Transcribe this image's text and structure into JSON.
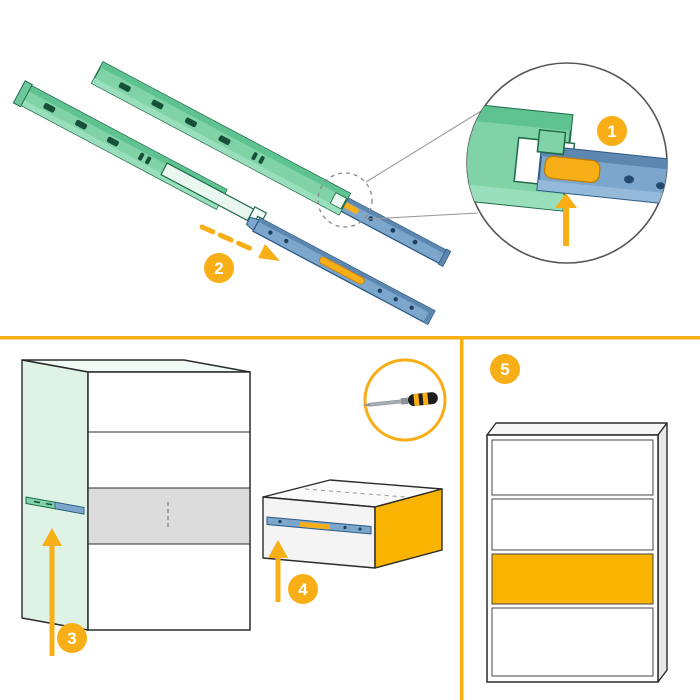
{
  "steps": [
    {
      "label": "1"
    },
    {
      "label": "2"
    },
    {
      "label": "3"
    },
    {
      "label": "4"
    },
    {
      "label": "5"
    }
  ],
  "colors": {
    "accent_yellow": "#F8AE17",
    "drawer_front_yellow": "#F8B400",
    "rail_green": "#7FD3A6",
    "rail_green_dark": "#1E6A47",
    "rail_blue": "#7CA6CC",
    "rail_blue_dark": "#2C5B85",
    "cabinet_mint": "#DFF2E6",
    "drawer_opening_gray": "#DCDCDC",
    "outline": "#2B2B2B"
  },
  "icons": [
    "screwdriver-icon",
    "up-arrow-icon",
    "magnifier-circle-icon",
    "dashed-arrow-icon"
  ]
}
